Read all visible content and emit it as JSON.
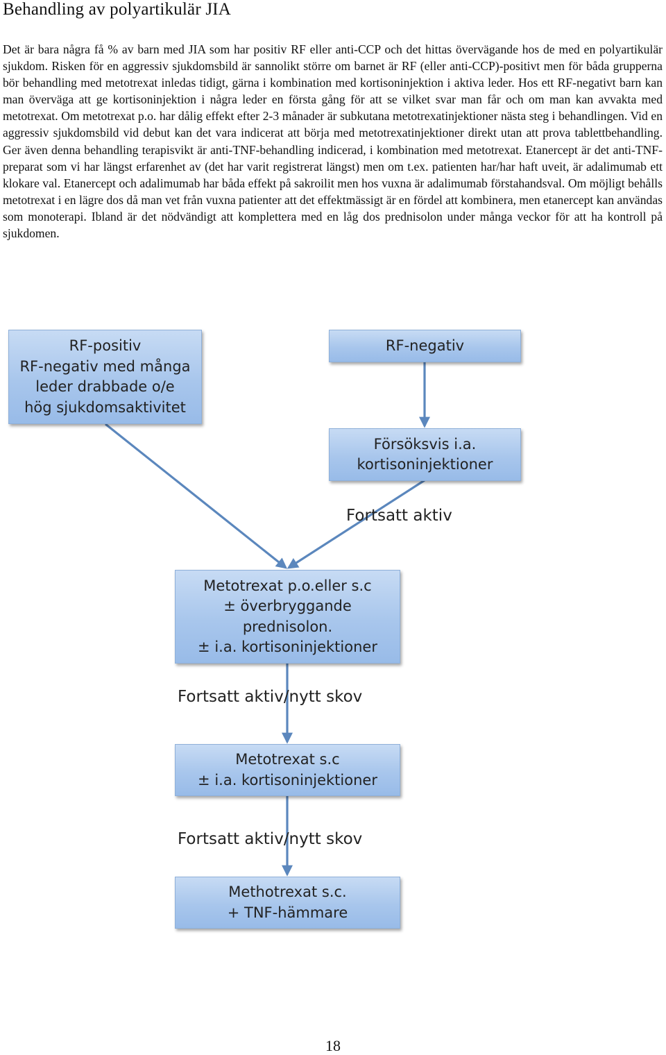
{
  "document": {
    "heading": "Behandling av polyartikulär JIA",
    "paragraph": "Det är bara några få % av barn med JIA som har positiv RF eller anti-CCP och det hittas övervägande hos de med en polyartikulär sjukdom. Risken för en aggressiv sjukdomsbild är sannolikt större om barnet är RF (eller anti-CCP)-positivt men för båda grupperna bör behandling med metotrexat inledas tidigt, gärna i kombination med kortisoninjektion i aktiva leder. Hos ett RF-negativt barn kan man överväga att ge kortisoninjektion i några leder en första gång för att se vilket svar man får och om man kan avvakta med metotrexat. Om metotrexat p.o. har dålig effekt efter 2-3 månader är subkutana metotrexatinjektioner nästa steg i behandlingen. Vid en aggressiv sjukdomsbild vid debut kan det vara indicerat att börja med metotrexatinjektioner direkt utan att prova tablettbehandling. Ger även denna behandling terapisvikt är anti-TNF-behandling indicerad, i kombination med metotrexat. Etanercept är det anti-TNF-preparat som vi har längst erfarenhet av (det har varit registrerat längst) men om t.ex. patienten har/har haft uveit, är adalimumab ett klokare val. Etanercept och adalimumab har båda effekt på sakroilit men hos vuxna är adalimumab förstahandsval. Om möjligt behålls metotrexat i en lägre dos då man vet från vuxna patienter att det effektmässigt är en fördel att kombinera, men etanercept kan användas som monoterapi. Ibland är det nödvändigt att komplettera med en låg dos prednisolon under många veckor för att ha kontroll på sjukdomen.",
    "page_number": "18"
  },
  "flowchart": {
    "box_rf_positive": "RF-positiv\nRF-negativ med många\nleder drabbade o/e\nhög sjukdomsaktivitet",
    "box_rf_negative": "RF-negativ",
    "box_cortisone_trial": "Försöksvis i.a.\nkortisoninjektioner",
    "label_still_active": "Fortsatt aktiv",
    "box_methotrexate_po_sc": "Metotrexat p.o.eller s.c\n±  överbryggande\nprednisolon.\n± i.a. kortisoninjektioner",
    "label_relapse_1": "Fortsatt aktiv/nytt skov",
    "box_methotrexate_sc": "Metotrexat s.c\n± i.a. kortisoninjektioner",
    "label_relapse_2": "Fortsatt aktiv/nytt skov",
    "box_methotrexate_tnf": "Methotrexat s.c.\n+ TNF-hämmare",
    "colors": {
      "box_fill_top": "#c7dbf4",
      "box_fill_bottom": "#98bbe8",
      "arrow": "#5b87bd"
    }
  }
}
